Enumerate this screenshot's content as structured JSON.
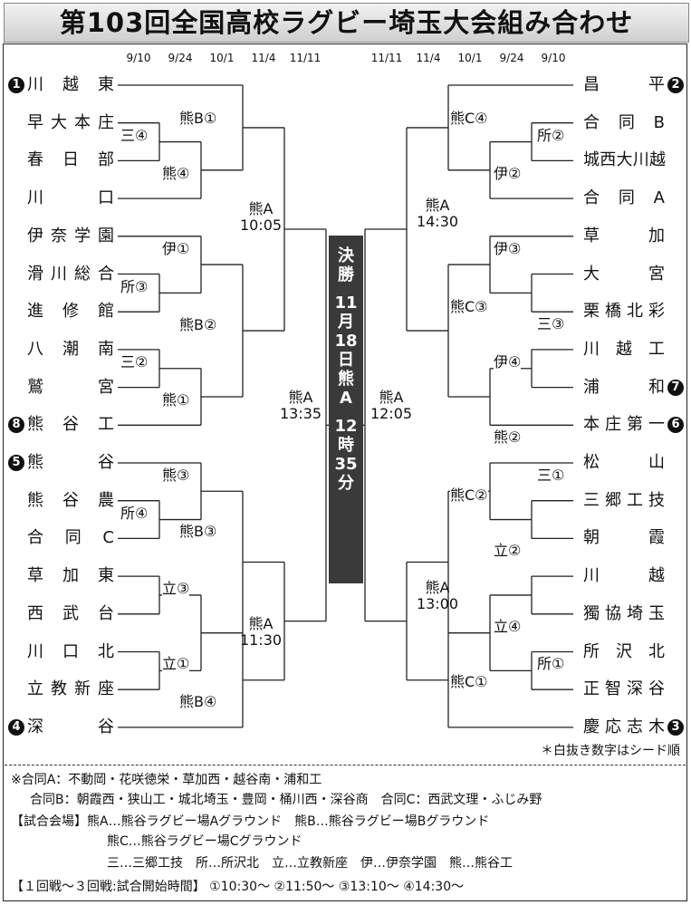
{
  "title": "第103回全国高校ラグビー埼玉大会組み合わせ",
  "dates": {
    "left": [
      "9/10",
      "9/24",
      "10/1",
      "11/4",
      "11/11"
    ],
    "right": [
      "11/11",
      "11/4",
      "10/1",
      "9/24",
      "9/10"
    ]
  },
  "left_teams": [
    {
      "name": "川越東",
      "seed": "1"
    },
    {
      "name": "早大本庄",
      "seed": ""
    },
    {
      "name": "春日部",
      "seed": ""
    },
    {
      "name": "川口",
      "seed": ""
    },
    {
      "name": "伊奈学園",
      "seed": ""
    },
    {
      "name": "滑川総合",
      "seed": ""
    },
    {
      "name": "進修館",
      "seed": ""
    },
    {
      "name": "八潮南",
      "seed": ""
    },
    {
      "name": "鷲宮",
      "seed": ""
    },
    {
      "name": "熊谷工",
      "seed": "8"
    },
    {
      "name": "熊谷",
      "seed": "5"
    },
    {
      "name": "熊谷農",
      "seed": ""
    },
    {
      "name": "合同C",
      "seed": ""
    },
    {
      "name": "草加東",
      "seed": ""
    },
    {
      "name": "西武台",
      "seed": ""
    },
    {
      "name": "川口北",
      "seed": ""
    },
    {
      "name": "立教新座",
      "seed": ""
    },
    {
      "name": "深谷",
      "seed": "4"
    }
  ],
  "right_teams": [
    {
      "name": "昌平",
      "seed": "2"
    },
    {
      "name": "合同B",
      "seed": ""
    },
    {
      "name": "城西大川越",
      "seed": ""
    },
    {
      "name": "合同A",
      "seed": ""
    },
    {
      "name": "草加",
      "seed": ""
    },
    {
      "name": "大宮",
      "seed": ""
    },
    {
      "name": "栗橋北彩",
      "seed": ""
    },
    {
      "name": "川越工",
      "seed": ""
    },
    {
      "name": "浦和",
      "seed": "7"
    },
    {
      "name": "本庄第一",
      "seed": "6"
    },
    {
      "name": "松山",
      "seed": ""
    },
    {
      "name": "三郷工技",
      "seed": ""
    },
    {
      "name": "朝霞",
      "seed": ""
    },
    {
      "name": "川越",
      "seed": ""
    },
    {
      "name": "獨協埼玉",
      "seed": ""
    },
    {
      "name": "所沢北",
      "seed": ""
    },
    {
      "name": "正智深谷",
      "seed": ""
    },
    {
      "name": "慶応志木",
      "seed": "3"
    }
  ],
  "left_venues": [
    "三④",
    "所③",
    "三②",
    "所④",
    "立③",
    "立①",
    "熊B①",
    "熊④",
    "伊①",
    "熊B②",
    "熊①",
    "熊③",
    "熊B③",
    "熊B④",
    "熊A 10:05",
    "熊A 11:30",
    "熊A 13:35"
  ],
  "right_venues": [
    "所②",
    "三③",
    "三①",
    "所①",
    "熊C④",
    "伊②",
    "伊③",
    "熊C③",
    "伊④",
    "熊②",
    "熊C②",
    "立②",
    "立④",
    "熊C①",
    "熊A 14:30",
    "熊A 13:00",
    "熊A 12:05"
  ],
  "final": {
    "label1": "決",
    "label2": "勝",
    "date1": "11",
    "date2": "月",
    "date3": "18",
    "date4": "日",
    "venue1": "熊",
    "venue2": "A",
    "time1": "12",
    "time2": "時",
    "time3": "35",
    "time4": "分"
  },
  "notes": {
    "seed_note": "＊白抜き数字はシード順",
    "joint_a": "※合同A：不動岡・花咲徳栄・草加西・越谷南・浦和工",
    "joint_bc": "合同B：朝霞西・狭山工・城北埼玉・豊岡・桶川西・深谷商　合同C：西武文理・ふじみ野",
    "venues_1": "【試合会場】熊A…熊谷ラグビー場Aグラウンド　熊B…熊谷ラグビー場Bグラウンド",
    "venues_2": "熊C…熊谷ラグビー場Cグラウンド",
    "venues_3": "三…三郷工技　所…所沢北　立…立教新座　伊…伊奈学園　熊…熊谷工",
    "times": "【１回戦～３回戦:試合開始時間】 ①10:30～ ②11:50～ ③13:10～ ④14:30～"
  }
}
